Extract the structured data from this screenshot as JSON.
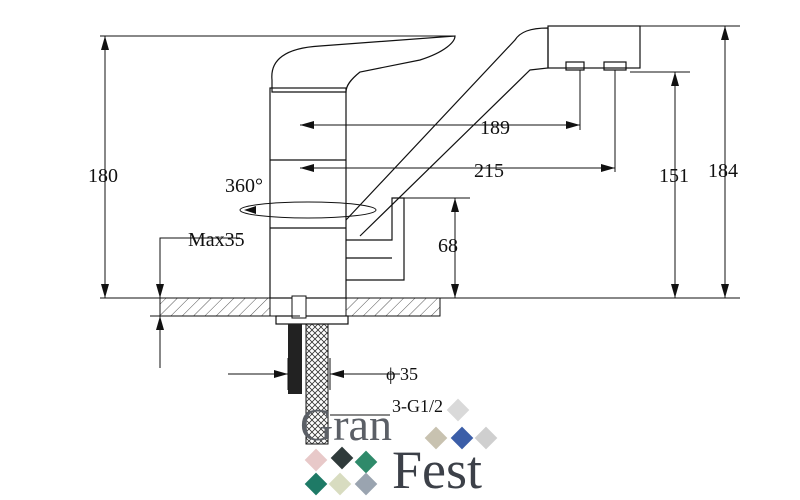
{
  "dimensions": {
    "total_height": "180",
    "rotation": "360°",
    "max_thickness": "Max35",
    "reach_short": "189",
    "reach_long": "215",
    "spout_height": "151",
    "overall_height": "184",
    "side_spout_height": "68",
    "hole_diameter": "ϕ 35",
    "connection": "3-G1/2"
  },
  "logo": {
    "word1": "Gran",
    "word2": "Fest",
    "tile_colors": [
      "#d9d9d9",
      "#c8c2b0",
      "#3c5ea8",
      "#cfcfcf",
      "#e8c9c9",
      "#2f3a3a",
      "#2f8a6a",
      "#d8dcc0",
      "#1e7a66",
      "#9aa4b0"
    ]
  }
}
